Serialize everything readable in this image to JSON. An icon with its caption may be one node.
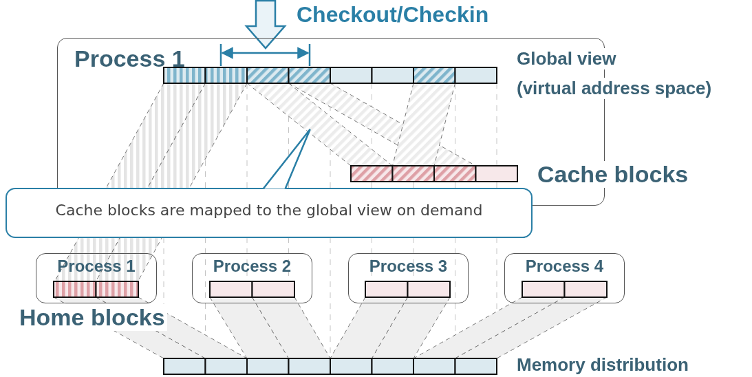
{
  "diagram": {
    "nodes": [
      {
        "text": [
          "Process 1"
        ]
      },
      {
        "text": [
          "Cache blocks are mapped to the global view on demand"
        ]
      },
      {
        "text": [
          "Process 1"
        ]
      },
      {
        "text": [
          "Process 2"
        ]
      },
      {
        "text": [
          "Process 3"
        ]
      },
      {
        "text": [
          "Process 4"
        ]
      }
    ],
    "labels": [
      "Checkout/Checkin",
      "Global view",
      "(virtual address space)",
      "Cache blocks",
      "Home blocks",
      "Memory distribution"
    ]
  }
}
